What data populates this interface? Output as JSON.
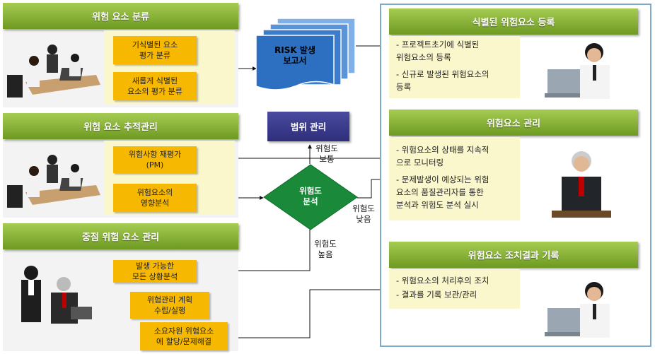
{
  "left": {
    "section1": {
      "title": "위험 요소 분류",
      "box1": "기식별된 요소\n평가 분류",
      "box2": "새롭게 식별된\n요소의 평가 분류"
    },
    "section2": {
      "title": "위험 요소 추적관리",
      "box1": "위험사항 재평가\n(PM)",
      "box2": "위험요소의\n영향분석"
    },
    "section3": {
      "title": "중점 위험 요소 관리",
      "box1": "발생 가능한\n모든 상황분석",
      "box2": "위험관리 계획\n수립/실행",
      "box3": "소요자원 위험요소\n에 할당/문제해결"
    }
  },
  "center": {
    "report": "RISK 발생\n보고서",
    "scope": "범위 관리",
    "analysis": "위험도\n분석",
    "label_normal": "위험도\n보통",
    "label_low": "위험도\n낮음",
    "label_high": "위험도\n높음"
  },
  "right": {
    "sec1": {
      "title": "식별된 위험요소 등록",
      "items": [
        "- 프로젝트초기에 식별된\n  위험요소의 등록",
        "- 신규로 발생된 위험요소의\n  등록"
      ]
    },
    "sec2": {
      "title": "위험요소 관리",
      "items": [
        "- 위험요소의 상태를 지속적\n  으로 모니터링",
        "- 문제발생이 예상되는 위험\n  요소의 품질관리자를 통한\n  분석과 위험도 분석 실시"
      ]
    },
    "sec3": {
      "title": "위험요소 조치결과 기록",
      "items": [
        "- 위험요소의 처리후의 조치",
        "- 결과를 기록 보관/관리"
      ]
    }
  },
  "colors": {
    "header_green": "#8ab83a",
    "orange": "#f6b800",
    "scope_purple": "#3b3b8c",
    "diamond_green": "#1a8a3a",
    "report_blue": "#2d6fc0",
    "frame_blue": "#7fa9c8"
  }
}
